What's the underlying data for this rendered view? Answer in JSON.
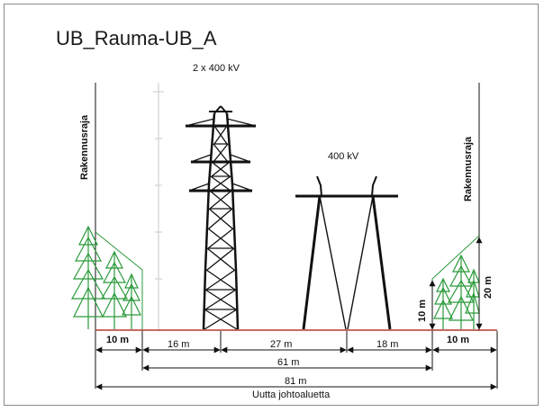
{
  "title": "UB_Rauma-UB_A",
  "towers": {
    "left_label": "2 x 400 kV",
    "right_label": "400 kV"
  },
  "boundaries": {
    "left_label": "Rakennusraja",
    "right_label": "Rakennusraja"
  },
  "heights": {
    "h10": "10 m",
    "h20": "20 m"
  },
  "dimensions": {
    "left_edge": "10 m",
    "seg_16": "16 m",
    "seg_27": "27 m",
    "seg_18": "18 m",
    "right_edge": "10 m",
    "total_61": "61 m",
    "total_81": "81 m"
  },
  "caption": "Uutta johtoaluetta",
  "colors": {
    "ground": "#b03a2e",
    "tree": "#2a9a3a",
    "structure": "#111111",
    "frame": "#8a8a8a"
  }
}
